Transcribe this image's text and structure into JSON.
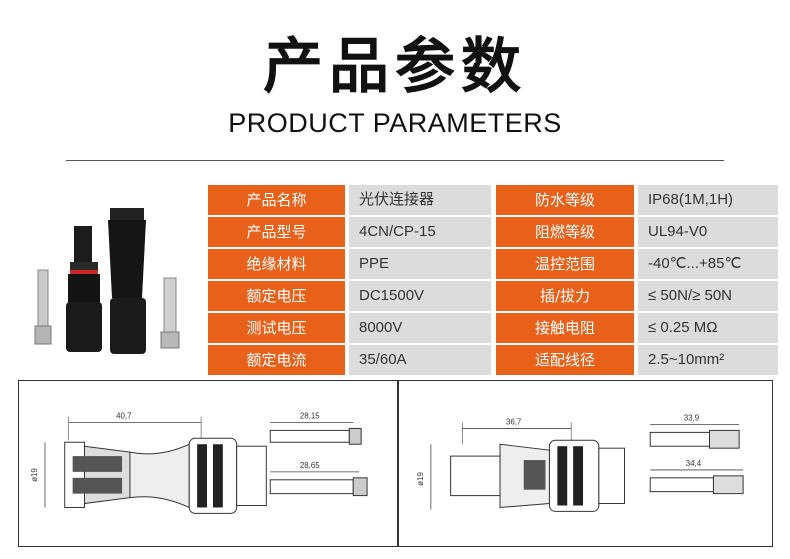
{
  "header": {
    "title_cn": "产品参数",
    "title_en": "PRODUCT PARAMETERS"
  },
  "colors": {
    "accent": "#e8611a",
    "value_bg": "#dcdcdc"
  },
  "params": [
    {
      "label1": "产品名称",
      "value1": "光伏连接器",
      "label2": "防水等级",
      "value2": "IP68(1M,1H)"
    },
    {
      "label1": "产品型号",
      "value1": "4CN/CP-15",
      "label2": "阻燃等级",
      "value2": "UL94-V0"
    },
    {
      "label1": "绝缘材料",
      "value1": "PPE",
      "label2": "温控范围",
      "value2": "-40℃...+85℃"
    },
    {
      "label1": "额定电压",
      "value1": "DC1500V",
      "label2": "插/拔力",
      "value2": "≤ 50N/≥ 50N"
    },
    {
      "label1": "测试电压",
      "value1": "8000V",
      "label2": "接触电阻",
      "value2": "≤ 0.25 MΩ"
    },
    {
      "label1": "额定电流",
      "value1": "35/60A",
      "label2": "适配线径",
      "value2": "2.5~10mm²"
    }
  ],
  "drawing_left": {
    "dim_length": "40,7",
    "dim_diameter": "ø19",
    "dim_pin_top": "28,15",
    "dim_pin_bottom": "28,65"
  },
  "drawing_right": {
    "dim_length": "36,7",
    "dim_diameter": "ø19",
    "dim_pin_top": "33,9",
    "dim_pin_bottom": "34,4"
  }
}
